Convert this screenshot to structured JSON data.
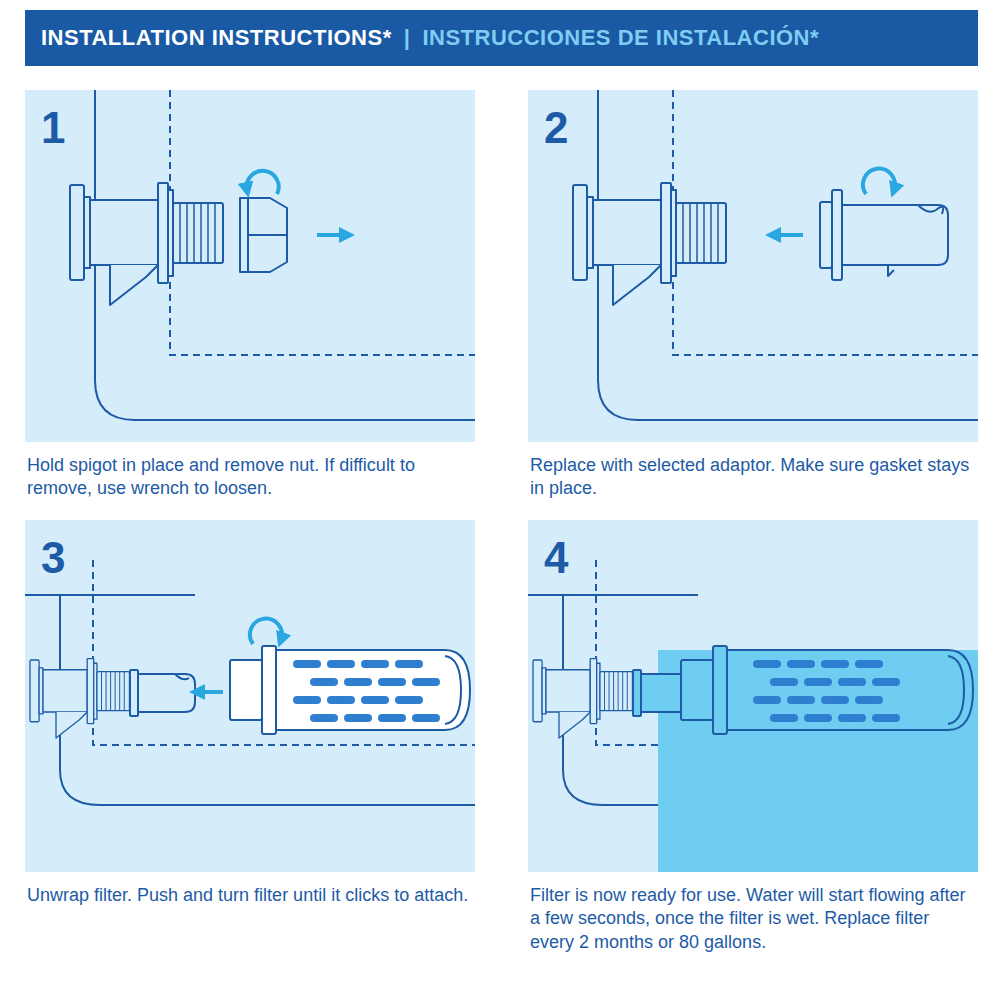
{
  "diagram": {
    "nodes": [
      {
        "text": [
          "INSTALLATION INSTRUCTIONS*",
          "|",
          "INSTRUCCIONES DE INSTALACIÓN*"
        ]
      },
      {
        "text": [
          "1",
          "Hold spigot in place and remove nut. If difficult to remove, use wrench to loosen."
        ]
      },
      {
        "text": [
          "2",
          "Replace with selected adaptor. Make sure gasket stays in place."
        ]
      },
      {
        "text": [
          "3",
          "Unwrap filter. Push and turn filter until it clicks to attach."
        ]
      },
      {
        "text": [
          "4",
          "Filter is now ready for use. Water will start flowing after a few seconds, once the filter is wet. Replace filter every 2 months or 80 gallons."
        ]
      }
    ]
  }
}
